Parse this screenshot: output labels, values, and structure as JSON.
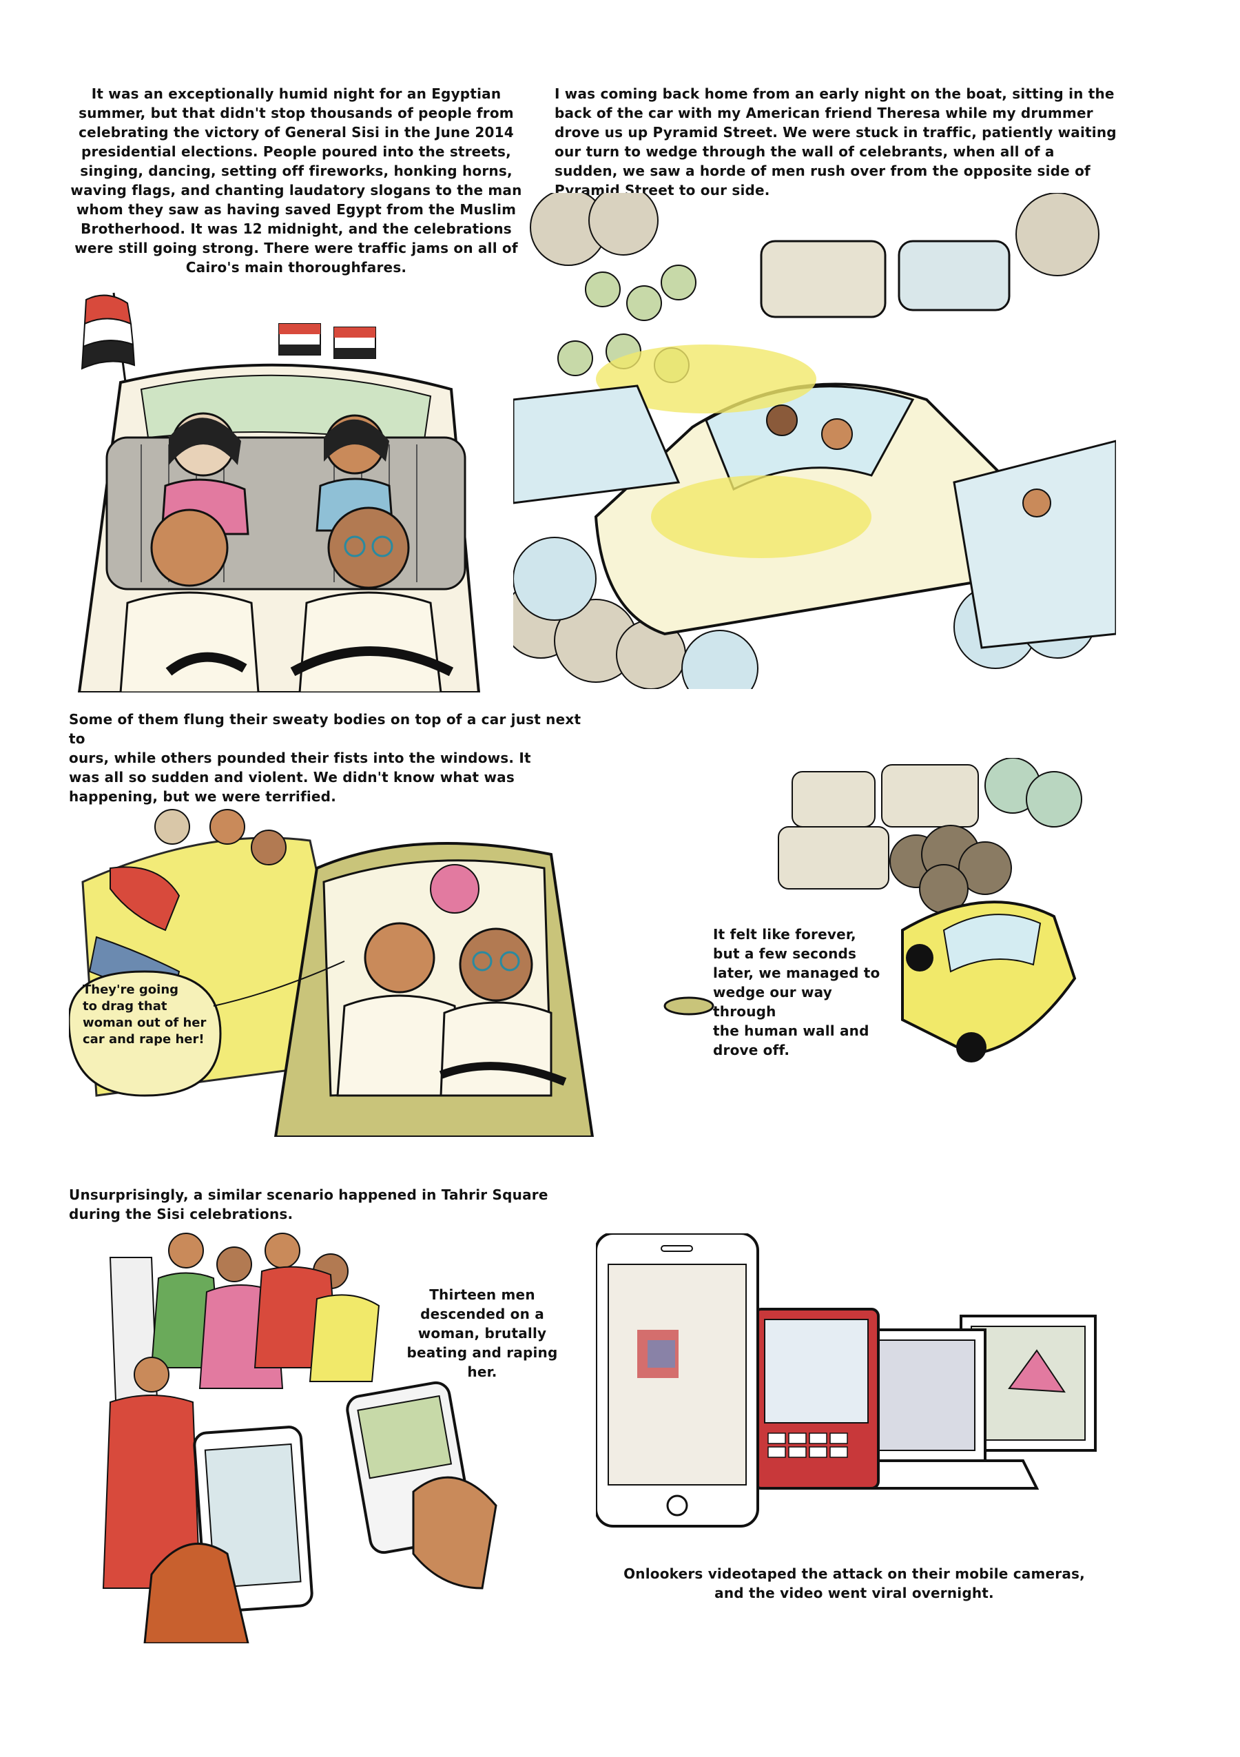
{
  "page": {
    "panel1_caption": "It was an exceptionally humid night for an Egyptian\nsummer, but that didn't stop thousands of people from\ncelebrating the victory of General Sisi in the June 2014\npresidential elections. People poured into the streets,\nsinging, dancing, setting off fireworks, honking horns,\nwaving flags, and chanting laudatory slogans to the man\nwhom they saw as having saved Egypt from the Muslim\nBrotherhood. It was 12 midnight, and the celebrations\nwere still going strong. There were traffic jams on all of\nCairo's main thoroughfares.",
    "panel2_caption": "I was coming back home from an early night on the boat, sitting in the\nback of the car with my American friend Theresa while my drummer\ndrove us up Pyramid Street. We were stuck in traffic, patiently waiting\nour turn to wedge through the wall of celebrants, when all of a\nsudden, we saw a horde of men rush over from the opposite side of\nPyramid Street to our side.",
    "panel3_caption": "Some of them flung their sweaty bodies on top of a car just next to\nours, while others pounded their fists into the windows. It\nwas all so sudden and violent. We didn't know what was\nhappening, but we were terrified.",
    "panel3_bubble": "They're going\nto drag that\nwoman out of her\ncar and rape her!",
    "panel4_caption": "It felt like forever,\nbut a few seconds\nlater, we managed to\nwedge our way through\nthe human wall and\ndrove off.",
    "panel5_caption": "Unsurprisingly, a similar scenario happened in Tahrir Square\nduring the Sisi celebrations.",
    "panel5_inset": "Thirteen men\ndescended on a\nwoman, brutally\nbeating and raping\nher.",
    "panel6_caption": "Onlookers videotaped the attack on their mobile cameras,\nand the video went viral overnight."
  },
  "colors": {
    "ink": "#111111",
    "yellow_wash": "#f1e96a",
    "blue_wash": "#bfe0ea",
    "brown_smoke": "#8a7b63",
    "red_shirt": "#d84a3c",
    "skin": "#c98a5a",
    "pink": "#e27aa0",
    "green": "#6aaa5a",
    "gray": "#9a9a9a"
  }
}
